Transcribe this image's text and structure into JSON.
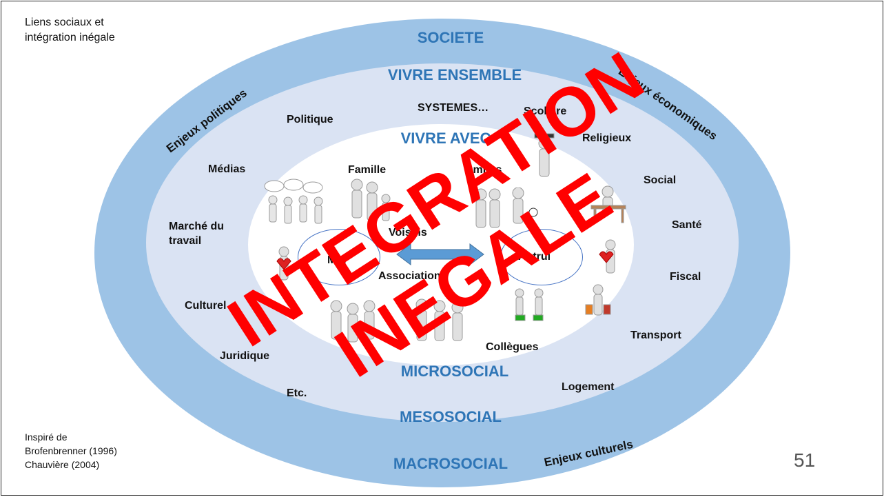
{
  "title_lines": [
    "Liens sociaux et",
    "intégration inégale"
  ],
  "levels": {
    "societe": "SOCIETE",
    "vivre_ensemble": "VIVRE ENSEMBLE",
    "vivre_avec": "VIVRE AVEC",
    "microsocial": "MICROSOCIAL",
    "mesosocial": "MESOSOCIAL",
    "macrosocial": "MACROSOCIAL"
  },
  "enjeux": {
    "politiques": "Enjeux politiques",
    "economiques": "Enjeux économiques",
    "culturels": "Enjeux culturels"
  },
  "meso_labels": {
    "politique": "Politique",
    "systemes": "SYSTEMES…",
    "scolaire": "Scolaire",
    "religieux": "Religieux",
    "medias": "Médias",
    "social": "Social",
    "marche_l1": "Marché du",
    "marche_l2": "travail",
    "sante": "Santé",
    "fiscal": "Fiscal",
    "culturel": "Culturel",
    "transport": "Transport",
    "juridique": "Juridique",
    "etc": "Etc.",
    "logement": "Logement"
  },
  "micro_labels": {
    "famille": "Famille",
    "amis": "Amie-s",
    "voisins": "Voisins",
    "moi": "Moi",
    "autrui": "Autrui",
    "associations": "Associations",
    "collegues": "Collègues"
  },
  "stamp": {
    "line1": "INTEGRATION",
    "line2": "INEGALE"
  },
  "source_lines": [
    "Inspiré de",
    "Brofenbrenner (1996)",
    "Chauvière (2004)"
  ],
  "page_number": "51",
  "colors": {
    "macro_ring": "#9dc3e6",
    "meso_ring": "#dae3f3",
    "level_text": "#2e75b6",
    "stamp": "#ff0000",
    "arrow": "#5b9bd5"
  }
}
